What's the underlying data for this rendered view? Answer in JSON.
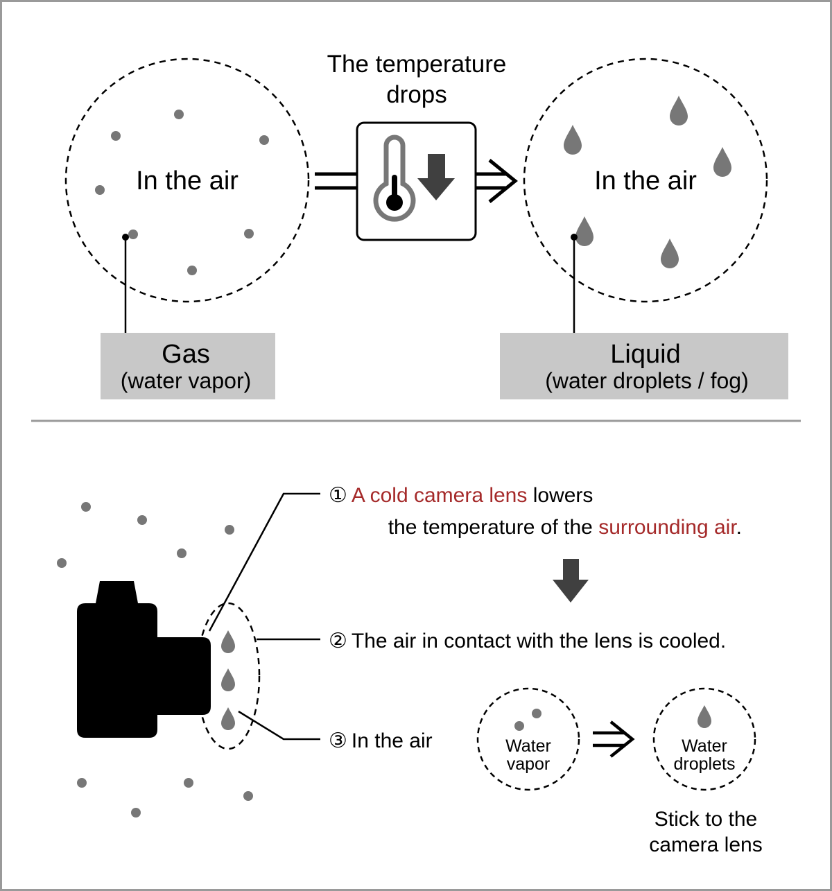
{
  "top": {
    "caption_line1": "The temperature",
    "caption_line2": "drops",
    "left_circle_label": "In the air",
    "right_circle_label": "In the air",
    "gas_title": "Gas",
    "gas_sub": "(water vapor)",
    "liquid_title": "Liquid",
    "liquid_sub": "(water droplets / fog)"
  },
  "bottom": {
    "step1_num": "①",
    "step1_highlight1": "A cold camera lens",
    "step1_text1": " lowers",
    "step1_line2_text": "the temperature of the ",
    "step1_highlight2": "surrounding air",
    "step1_line2_end": ".",
    "step2_num": "②",
    "step2_text": "The air in contact with the lens is cooled.",
    "step3_num": "③",
    "step3_text": "In the air",
    "vapor_line1": "Water",
    "vapor_line2": "vapor",
    "droplets_line1": "Water",
    "droplets_line2": "droplets",
    "stick_line1": "Stick to the",
    "stick_line2": "camera lens"
  },
  "icons": {
    "thermometer": "thermometer-icon",
    "down_arrow": "down-arrow-icon",
    "camera": "camera-icon"
  },
  "colors": {
    "highlight": "#a52a2a",
    "particle": "#777777",
    "label_box": "#c8c8c8",
    "dark_arrow": "#404040",
    "divider": "#9a9a9a"
  }
}
